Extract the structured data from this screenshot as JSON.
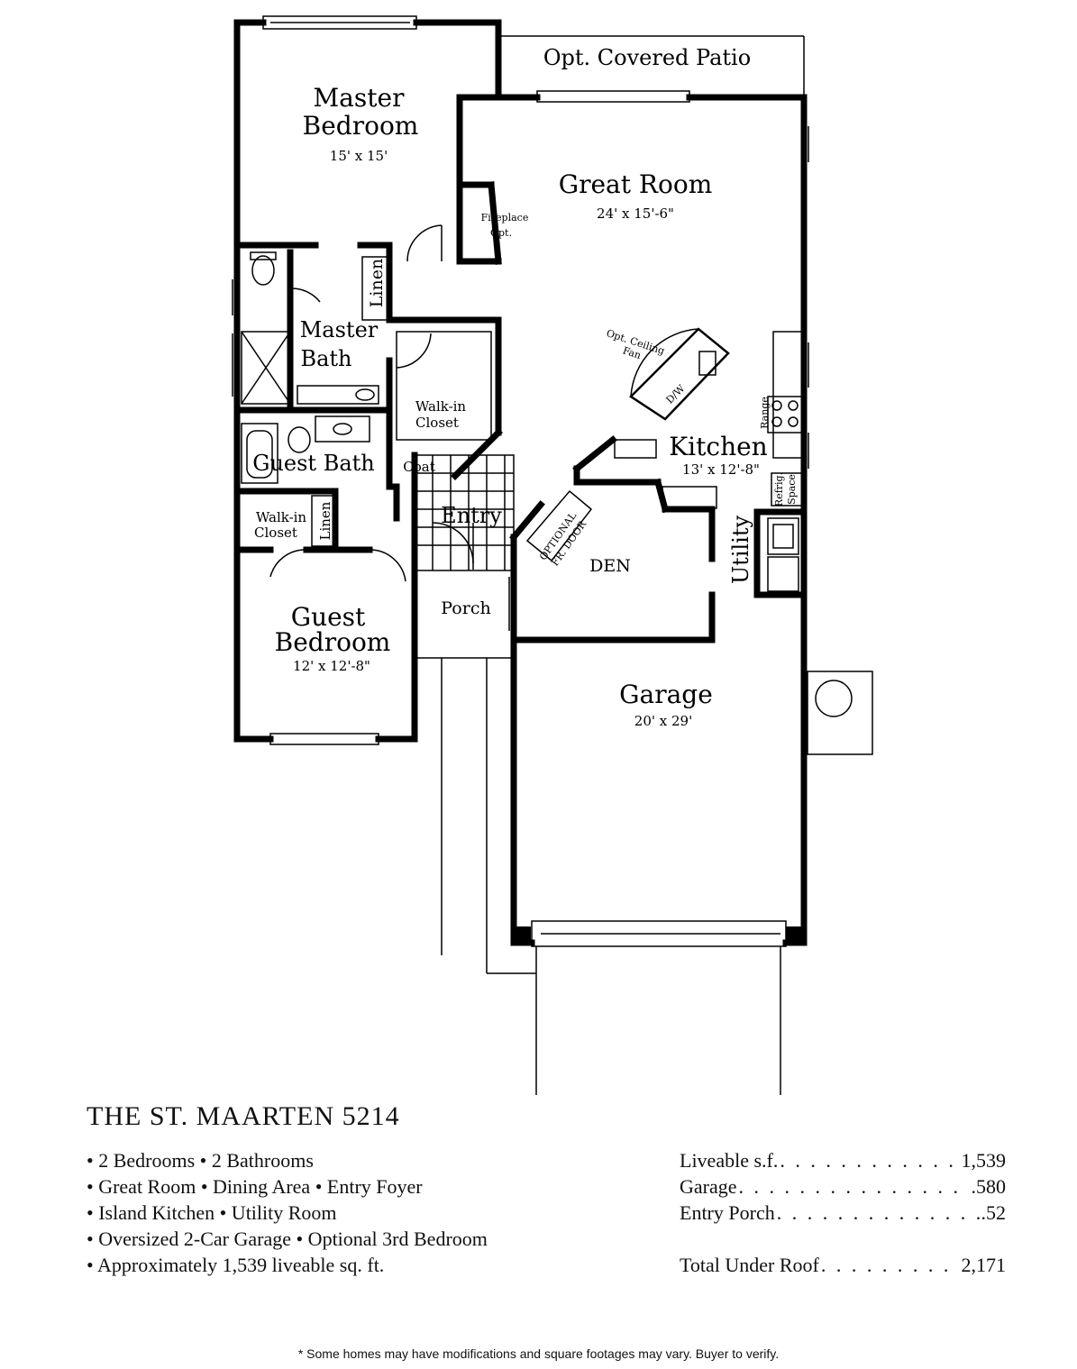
{
  "rooms": {
    "patio": "Opt. Covered Patio",
    "master_bedroom_1": "Master",
    "master_bedroom_2": "Bedroom",
    "master_bedroom_dim": "15' x 15'",
    "great_room": "Great Room",
    "great_room_dim": "24' x 15'-6\"",
    "fireplace_1": "Fireplace",
    "fireplace_2": "Opt.",
    "linen_1": "Linen",
    "master_bath_1": "Master",
    "master_bath_2": "Bath",
    "walkin_1_a": "Walk-in",
    "walkin_1_b": "Closet",
    "ceiling_fan_1": "Opt. Ceiling",
    "ceiling_fan_2": "Fan",
    "dishwasher": "D/W",
    "range": "Range",
    "kitchen": "Kitchen",
    "kitchen_dim": "13' x 12'-8\"",
    "refrig_1": "Refrig.",
    "refrig_2": "Space",
    "guest_bath": "Guest Bath",
    "coat": "Coat",
    "entry": "Entry",
    "optional_door_1": "OPTIONAL",
    "optional_door_2": "FR. DOOR",
    "walkin_2_a": "Walk-in",
    "walkin_2_b": "Closet",
    "linen_2": "Linen",
    "den": "DEN",
    "utility": "Utility",
    "guest_bedroom_1": "Guest",
    "guest_bedroom_2": "Bedroom",
    "guest_bedroom_dim": "12' x 12'-8\"",
    "porch": "Porch",
    "garage": "Garage",
    "garage_dim": "20' x 29'"
  },
  "plan_name": "THE ST. MAARTEN 5214",
  "features": [
    "• 2 Bedrooms • 2 Bathrooms",
    "• Great Room • Dining Area • Entry Foyer",
    "• Island Kitchen • Utility Room",
    "• Oversized 2-Car Garage • Optional 3rd Bedroom",
    "• Approximately 1,539 liveable sq. ft."
  ],
  "stats": [
    {
      "label": "Liveable s.f.",
      "value": "1,539"
    },
    {
      "label": "Garage",
      "value": ".580"
    },
    {
      "label": "Entry Porch",
      "value": ".52"
    },
    {
      "label": "Total Under Roof",
      "value": "2,171"
    }
  ],
  "disclaimer": "* Some homes may have modifications and square footages may vary. Buyer to verify."
}
